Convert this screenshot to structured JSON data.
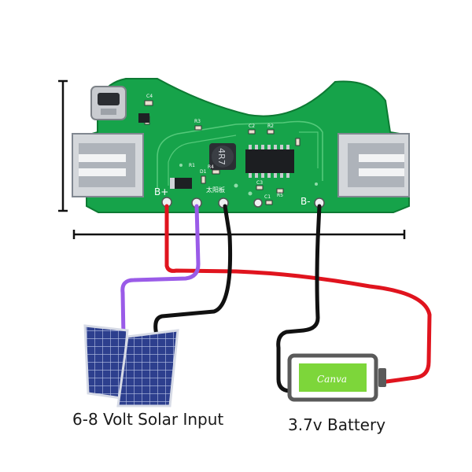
{
  "board": {
    "pin_b_plus": "B+",
    "pin_b_minus": "B-",
    "solar_silk": "太阳板",
    "inductor": "4R7",
    "refs": [
      "C4",
      "R3",
      "C2",
      "R2",
      "R4",
      "C3",
      "D1",
      "R1",
      "C1",
      "R5"
    ]
  },
  "captions": {
    "solar": "6-8 Volt Solar Input",
    "battery": "3.7v Battery"
  },
  "battery_label": "Canva",
  "colors": {
    "pcb": "#14a04a",
    "wire_red": "#e0141e",
    "wire_purple": "#9a5be8",
    "wire_black": "#111111",
    "battery_fill": "#7dd63a"
  },
  "icons": [
    "micro-usb-port",
    "usb-a-port",
    "solar-panel",
    "battery"
  ]
}
